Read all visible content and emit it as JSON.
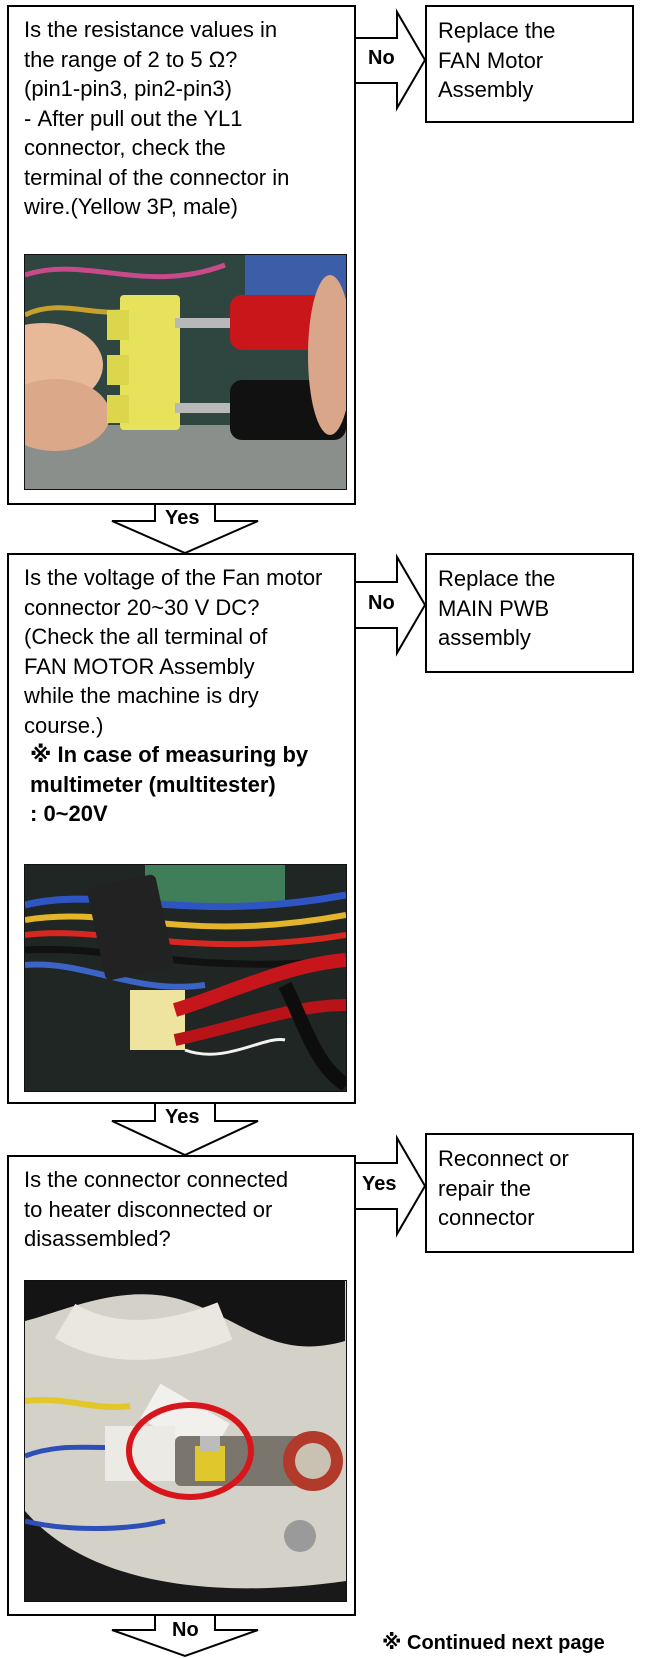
{
  "steps": [
    {
      "question": "Is the resistance values in\nthe range of 2 to 5 Ω?\n(pin1-pin3, pin2-pin3)\n- After pull out the YL1\n  connector, check the\n  terminal of the connector in\n  wire.(Yellow 3P, male)",
      "side_arrow_label": "No",
      "action": "Replace the\nFAN Motor\nAssembly",
      "down_arrow_label": "Yes"
    },
    {
      "question": "Is the voltage of the Fan motor\nconnector 20~30 V DC?\n(Check the all terminal of\nFAN MOTOR Assembly\nwhile the machine is dry\ncourse.)",
      "note": "※ In case of measuring by\n    multimeter (multitester)\n    : 0~20V",
      "side_arrow_label": "No",
      "action": "Replace the\nMAIN PWB\nassembly",
      "down_arrow_label": "Yes"
    },
    {
      "question": "Is the connector connected\nto heater disconnected or\ndisassembled?",
      "side_arrow_label": "Yes",
      "action": "Reconnect or\nrepair the\nconnector",
      "down_arrow_label": "No"
    }
  ],
  "footer": "※ Continued next page"
}
